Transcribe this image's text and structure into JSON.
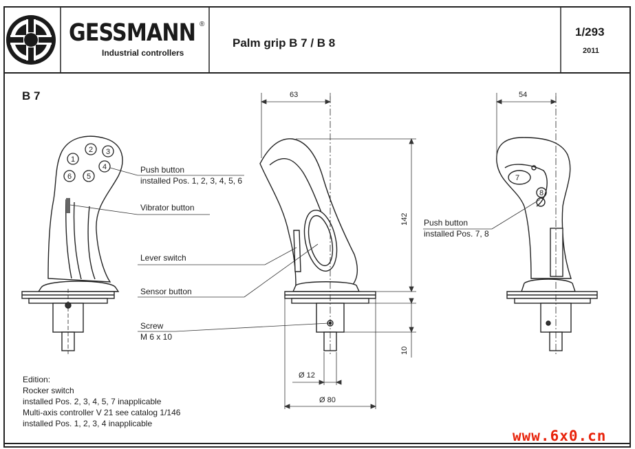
{
  "header": {
    "brand": "GESSMANN",
    "brand_reg": "®",
    "subtitle": "Industrial controllers",
    "title": "Palm grip B 7 / B 8",
    "sheet_number": "1/293",
    "year": "2011"
  },
  "section_label": "B 7",
  "callouts": {
    "push_button_front": [
      "Push button",
      "installed Pos. 1, 2, 3, 4, 5, 6"
    ],
    "vibrator_button": "Vibrator button",
    "lever_switch": "Lever switch",
    "sensor_button": "Sensor button",
    "screw": [
      "Screw",
      "M 6 x 10"
    ],
    "push_button_side": [
      "Push button",
      "installed Pos. 7, 8"
    ]
  },
  "button_positions": [
    "1",
    "2",
    "3",
    "4",
    "5",
    "6",
    "7",
    "8"
  ],
  "dimensions": {
    "width_side": "63",
    "width_back": "54",
    "height": "142",
    "shaft_length": "10",
    "shaft_diameter": "Ø 12",
    "flange_diameter": "Ø 80"
  },
  "edition": [
    "Edition:",
    "Rocker switch",
    "installed Pos. 2, 3, 4, 5, 7 inapplicable",
    "Multi-axis controller V 21 see catalog 1/146",
    "installed Pos. 1, 2, 3, 4 inapplicable"
  ],
  "watermark": "www.6x0.cn"
}
